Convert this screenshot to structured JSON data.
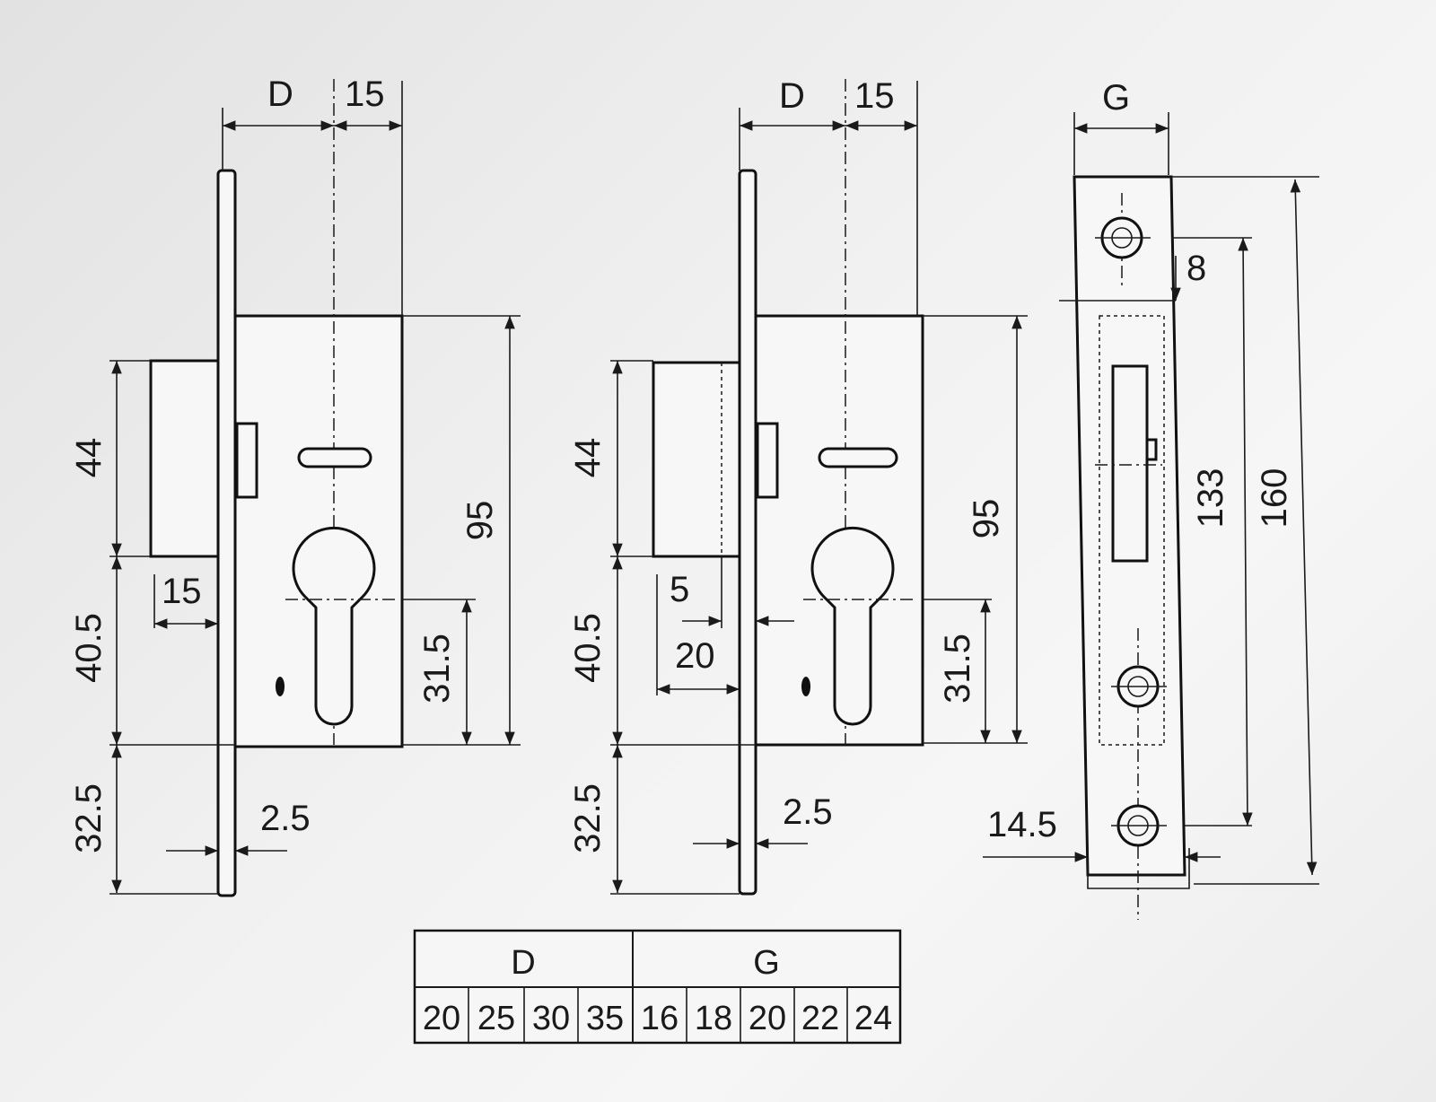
{
  "drawing_left": {
    "d": "D",
    "top_15": "15",
    "h44": "44",
    "h40_5": "40.5",
    "h32_5": "32.5",
    "h95": "95",
    "h31_5": "31.5",
    "bolt_15": "15",
    "plate_2_5": "2.5"
  },
  "drawing_middle": {
    "d": "D",
    "top_15": "15",
    "h44": "44",
    "h40_5": "40.5",
    "h32_5": "32.5",
    "h95": "95",
    "h31_5": "31.5",
    "bolt_5": "5",
    "bolt_20": "20",
    "plate_2_5": "2.5"
  },
  "drawing_faceplate": {
    "g": "G",
    "h8": "8",
    "h133": "133",
    "h160": "160",
    "w14_5": "14.5"
  },
  "table": {
    "headers": [
      "D",
      "G"
    ],
    "d_values": [
      "20",
      "25",
      "30",
      "35"
    ],
    "g_values": [
      "16",
      "18",
      "20",
      "22",
      "24"
    ]
  }
}
